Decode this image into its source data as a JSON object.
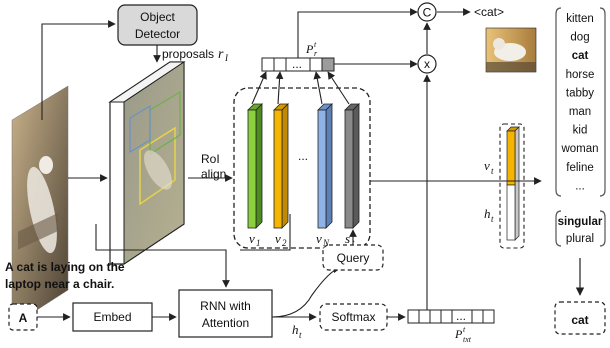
{
  "diagram": {
    "object_detector": [
      "Object",
      "Detector"
    ],
    "proposals_label": "proposals",
    "proposals_symbol": "r",
    "proposals_sub": "I",
    "roi_align": [
      "RoI",
      "align"
    ],
    "caption": [
      "A cat is laying on the",
      "laptop near a chair."
    ],
    "input_token": "A",
    "embed": "Embed",
    "rnn": [
      "RNN with",
      "Attention"
    ],
    "query": "Query",
    "softmax": "Softmax",
    "concat_op": "C",
    "mult_op": "x",
    "output_token": "<cat>",
    "ellipsis": "...",
    "vec_labels": [
      {
        "base": "v",
        "sub": "1"
      },
      {
        "base": "v",
        "sub": "2"
      },
      {
        "base": "v",
        "sub": "N"
      },
      {
        "base": "s",
        "sub": "t"
      }
    ],
    "pr_base": "P",
    "pr_sup": "t",
    "pr_sub": "r",
    "ptxt_base": "P",
    "ptxt_sup": "t",
    "ptxt_sub": "txt",
    "ht_base": "h",
    "ht_sub": "t",
    "vt_base": "v",
    "vt_sub": "t",
    "final_output": "cat"
  },
  "vocab_list": [
    {
      "text": "kitten",
      "style": "normal"
    },
    {
      "text": "dog",
      "style": "faded"
    },
    {
      "text": "cat",
      "style": "bold"
    },
    {
      "text": "horse",
      "style": "faded"
    },
    {
      "text": "tabby",
      "style": "normal"
    },
    {
      "text": "man",
      "style": "faded"
    },
    {
      "text": "kid",
      "style": "faded"
    },
    {
      "text": "woman",
      "style": "faded"
    },
    {
      "text": "feline",
      "style": "normal"
    },
    {
      "text": "...",
      "style": "normal"
    }
  ],
  "plurality": [
    {
      "text": "singular",
      "style": "bold"
    },
    {
      "text": "plural",
      "style": "normal"
    }
  ],
  "colors": {
    "v1": "#8ccf3f",
    "v2": "#f5b400",
    "vN": "#8fb3e6",
    "st": "#8a8a8a",
    "faded": "#c8c8c8",
    "stroke": "#222222"
  }
}
